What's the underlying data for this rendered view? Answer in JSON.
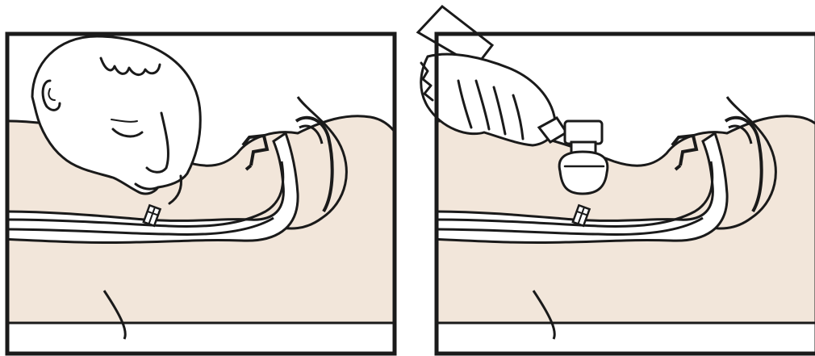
{
  "colors": {
    "skin": "#f2e6da",
    "ink": "#1a1a1a",
    "background": "#ffffff",
    "airway": "#ffffff"
  },
  "panels": [
    {
      "id": "left",
      "scene": "mouth-to-tube-ventilation",
      "icon": "rescuer-head-icon"
    },
    {
      "id": "right",
      "scene": "bag-valve-ventilation",
      "icon": "ventilation-bag-icon"
    }
  ]
}
